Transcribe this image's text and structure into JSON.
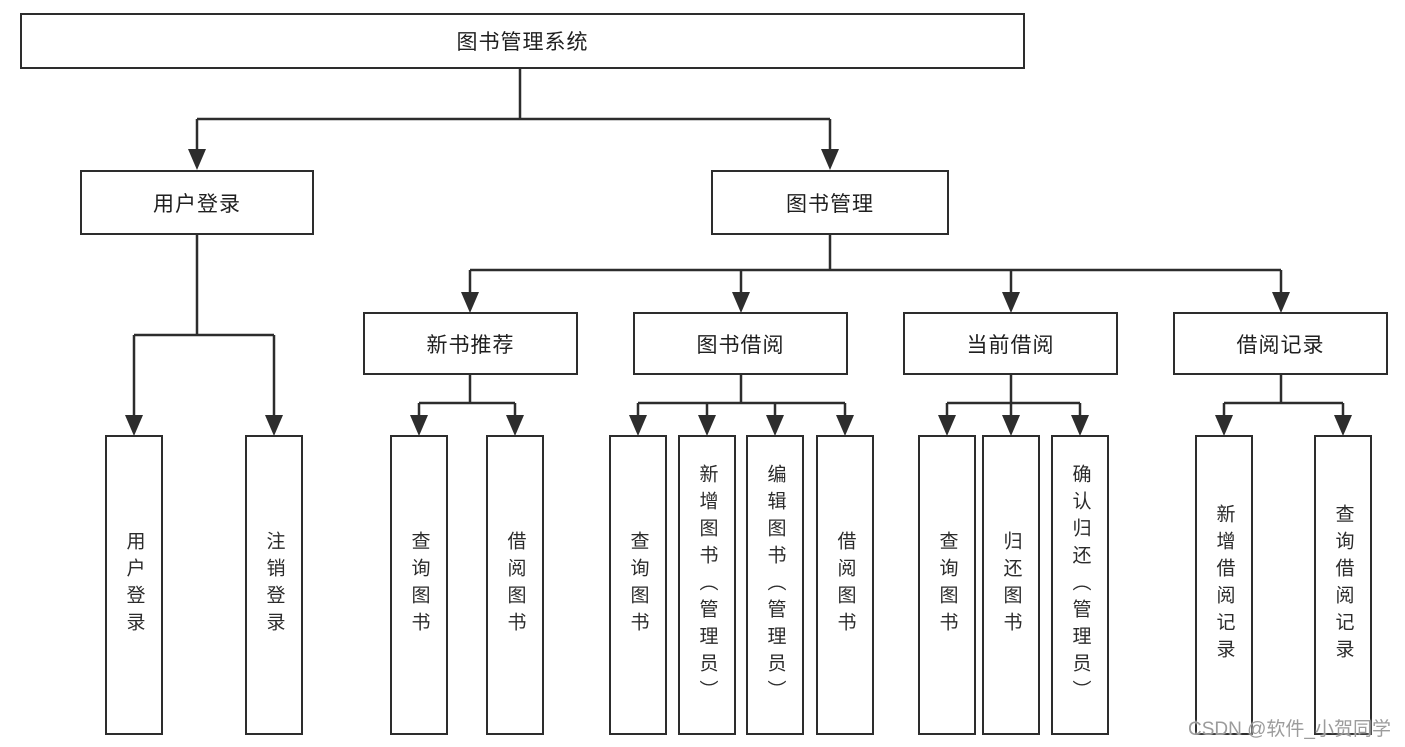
{
  "diagram": {
    "root": {
      "label": "图书管理系统"
    },
    "level2": [
      {
        "label": "用户登录"
      },
      {
        "label": "图书管理"
      }
    ],
    "level3": [
      {
        "label": "新书推荐"
      },
      {
        "label": "图书借阅"
      },
      {
        "label": "当前借阅"
      },
      {
        "label": "借阅记录"
      }
    ],
    "leaves": [
      {
        "label": "用户登录"
      },
      {
        "label": "注销登录"
      },
      {
        "label": "查询图书"
      },
      {
        "label": "借阅图书"
      },
      {
        "label": "查询图书"
      },
      {
        "label": "新增图书（管理员）"
      },
      {
        "label": "编辑图书（管理员）"
      },
      {
        "label": "借阅图书"
      },
      {
        "label": "查询图书"
      },
      {
        "label": "归还图书"
      },
      {
        "label": "确认归还（管理员）"
      },
      {
        "label": "新增借阅记录"
      },
      {
        "label": "查询借阅记录"
      }
    ]
  },
  "watermark": {
    "text": "CSDN @软件_小贺同学"
  },
  "colors": {
    "line": "#2d2d2d",
    "text": "#1f1f1f",
    "watermark": "#9c9c9c",
    "background": "#ffffff"
  }
}
